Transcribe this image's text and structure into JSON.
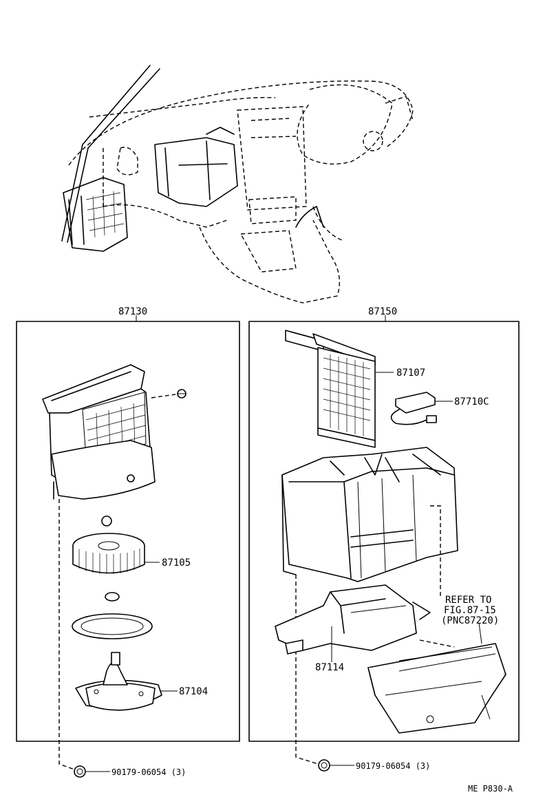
{
  "groups": {
    "left_assy": "87130",
    "right_assy": "87150"
  },
  "parts": {
    "heater_core": "87107",
    "connector": "87710C",
    "blower_fan": "87105",
    "blower_motor": "87104",
    "heater_case": "87114",
    "screw_left": "90179-06054 (3)",
    "screw_right": "90179-06054 (3)"
  },
  "refer": {
    "line1": "REFER TO",
    "line2": "FIG.87-15",
    "line3": "(PNC87220)"
  },
  "footer_code": "ME  P830-A"
}
